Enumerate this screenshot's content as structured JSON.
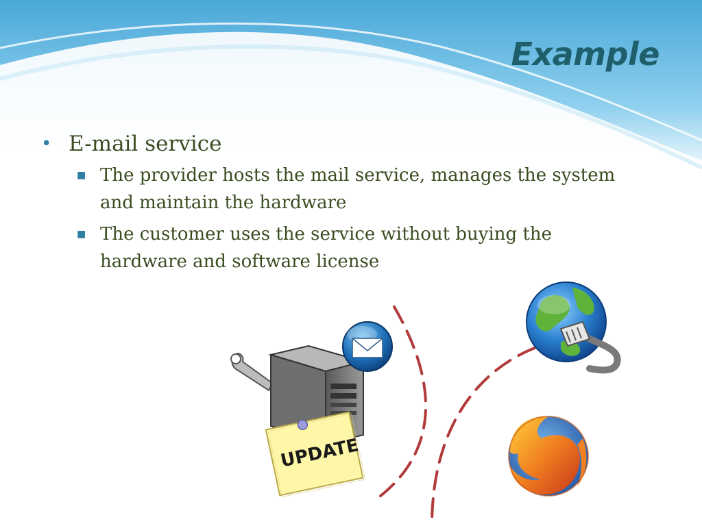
{
  "slide": {
    "title": "Example",
    "bullet": {
      "text": "E-mail service",
      "sub_items": [
        "The provider hosts the mail service, manages the system and maintain the hardware",
        "The customer uses the service without buying the hardware and software license"
      ]
    },
    "note": {
      "label": "UPDATE"
    }
  },
  "colors": {
    "title": "#1f5f6b",
    "body_text": "#3a4c21",
    "bullet_marker": "#2f7fa3",
    "dashed_line": "#b33a3a",
    "sky_blue": "#5ab4de"
  },
  "icons": [
    "server-icon",
    "wrench-icon",
    "mail-icon",
    "sticky-note-icon",
    "globe-network-icon",
    "firefox-icon"
  ]
}
